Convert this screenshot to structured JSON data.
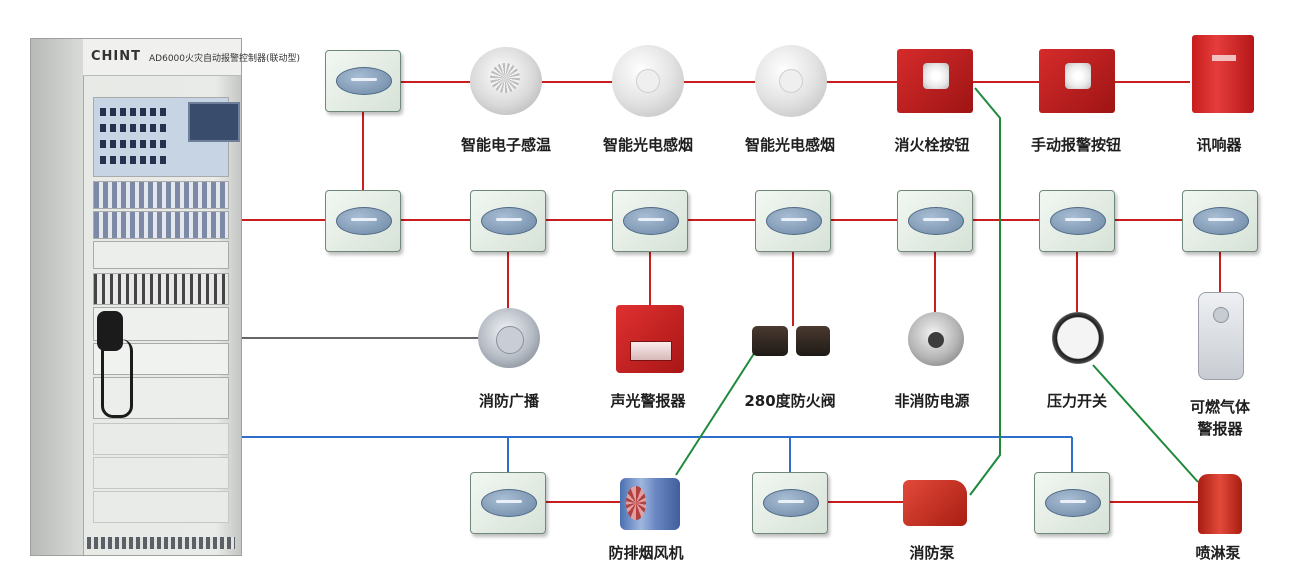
{
  "cabinet": {
    "brand": "CHINT",
    "model": "AD6000火灾自动报警控制器(联动型)"
  },
  "devices": [
    {
      "id": "heat-detector",
      "label": "智能电子感温"
    },
    {
      "id": "smoke-detector-1",
      "label": "智能光电感烟"
    },
    {
      "id": "smoke-detector-2",
      "label": "智能光电感烟"
    },
    {
      "id": "hydrant-button",
      "label": "消火栓按钮"
    },
    {
      "id": "manual-alarm-button",
      "label": "手动报警按钮"
    },
    {
      "id": "sounder",
      "label": "讯响器"
    },
    {
      "id": "fire-broadcast",
      "label": "消防广播"
    },
    {
      "id": "strobe-alarm",
      "label": "声光警报器"
    },
    {
      "id": "fire-damper",
      "label": "280度防火阀"
    },
    {
      "id": "non-fire-power",
      "label": "非消防电源"
    },
    {
      "id": "pressure-switch",
      "label": "压力开关"
    },
    {
      "id": "gas-alarm",
      "label": [
        "可燃气体",
        "警报器"
      ]
    },
    {
      "id": "smoke-exhaust-fan",
      "label": "防排烟风机"
    },
    {
      "id": "fire-pump",
      "label": "消防泵"
    },
    {
      "id": "sprinkler-pump",
      "label": "喷淋泵"
    }
  ],
  "colors": {
    "loop_line": "#c81e1e",
    "control_line": "#2d6ec8",
    "linkage_line": "#1f8a3c",
    "broadcast_line": "#666666"
  }
}
